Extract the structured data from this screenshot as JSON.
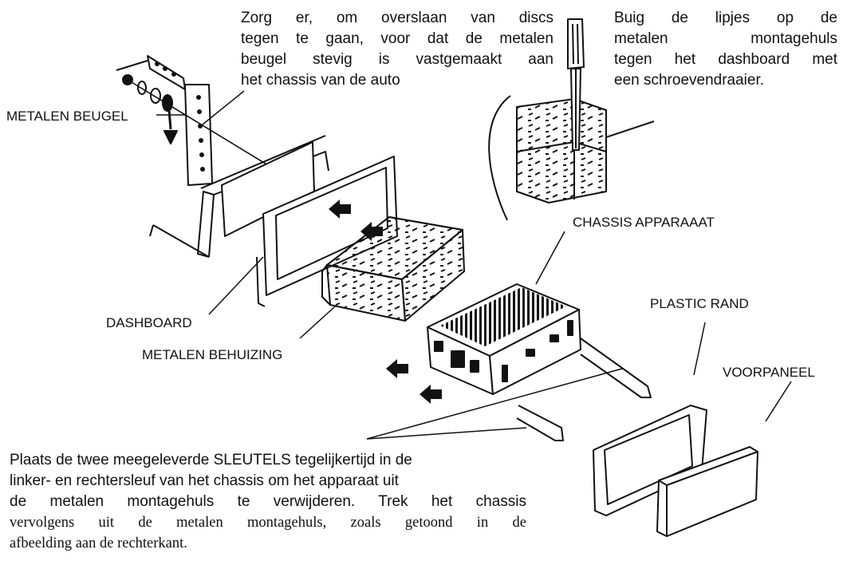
{
  "labels": {
    "metal_bracket": "METALEN BEUGEL",
    "dashboard": "DASHBOARD",
    "metal_housing": "METALEN BEHUIZING",
    "unit_chassis": "CHASSIS APPARAAAT",
    "plastic_rim": "PLASTIC RAND",
    "front_panel": "VOORPANEEL"
  },
  "notes": {
    "bracket_note": [
      "Zorg er, om overslaan van discs",
      "tegen te gaan, voor dat de metalen",
      "beugel stevig is vastgemaakt aan",
      "het chassis van de auto"
    ],
    "screwdriver_note": [
      "Buig de lipjes op de",
      "metalen montagehuls",
      "tegen het dashboard met",
      "een schroevendraaier."
    ],
    "removal_note": [
      "Plaats de twee meegeleverde SLEUTELS tegelijkertijd in de",
      "linker- en rechtersleuf van het chassis om het apparaat uit",
      "de metalen montagehuls te verwijderen. Trek het chassis",
      "vervolgens uit de metalen montagehuls, zoals getoond in de",
      "afbeelding aan de rechterkant."
    ]
  },
  "colors": {
    "ink": "#111111",
    "background": "#ffffff"
  }
}
